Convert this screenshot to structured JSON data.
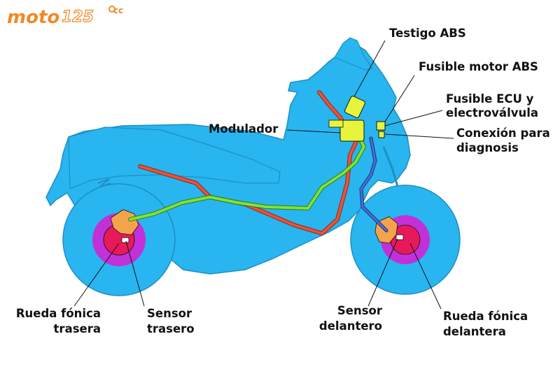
{
  "logo": {
    "brand": "moto",
    "number": "125",
    "suffix": "cc",
    "brand_color": "#f08a24",
    "number_color": "#ffffff"
  },
  "labels": {
    "testigo_abs": "Testigo ABS",
    "fusible_motor_abs": "Fusible motor ABS",
    "fusible_ecu": [
      "Fusible ECU y",
      "electroválvula"
    ],
    "modulador": "Modulador",
    "conexion": [
      "Conexión para",
      "diagnosis"
    ],
    "rueda_fonica_trasera": [
      "Rueda fónica",
      "trasera"
    ],
    "sensor_trasero": [
      "Sensor",
      "trasero"
    ],
    "sensor_delantero": [
      "Sensor",
      "delantero"
    ],
    "rueda_fonica_delantera": [
      "Rueda fónica",
      "delantera"
    ]
  },
  "colors": {
    "body": "#29b5ef",
    "outline": "#1e8fc4",
    "disc_outer": "#c231d8",
    "disc_inner": "#e8195a",
    "caliper": "#f5a34a",
    "hose_red": "#e8533a",
    "hose_green": "#7ee33a",
    "hose_blue": "#4a6fd6",
    "module": "#e6f53c"
  }
}
